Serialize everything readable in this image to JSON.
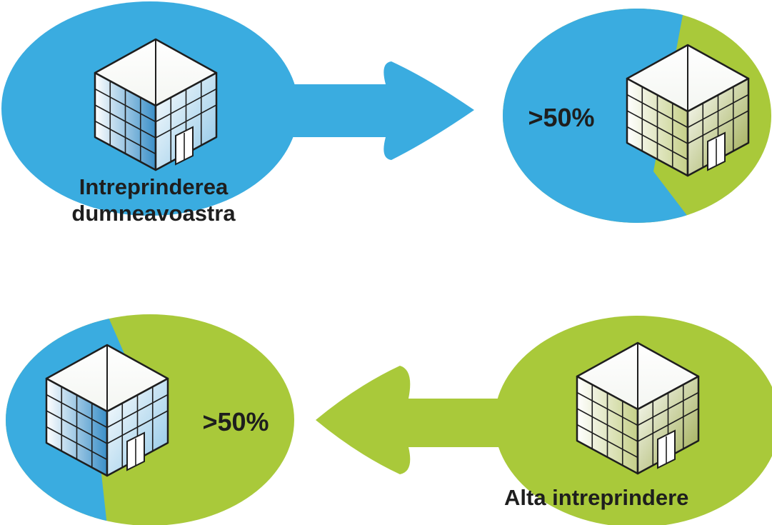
{
  "colors": {
    "blue": "#3aace0",
    "green": "#a9c93a",
    "outline": "#1e1e1e"
  },
  "icons": {
    "building": "building-icon",
    "arrow_right": "arrow-right-icon",
    "arrow_left": "arrow-left-icon"
  },
  "top": {
    "your_company_label": [
      "Intreprinderea",
      "dumneavoastra"
    ],
    "percentage_label": ">50%"
  },
  "bottom": {
    "percentage_label": ">50%",
    "other_company_label": "Alta intreprindere"
  }
}
